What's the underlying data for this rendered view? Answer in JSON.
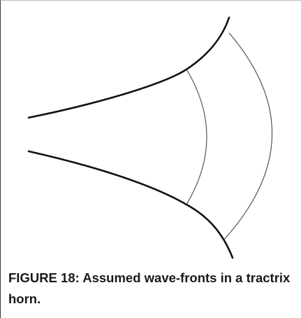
{
  "figure": {
    "caption": "FIGURE 18: Assumed wave-fronts in a tractrix horn.",
    "elements": {
      "horn_walls": [
        "upper-horn-wall",
        "lower-horn-wall"
      ],
      "wave_fronts": [
        "inner-wave-front",
        "outer-wave-front"
      ]
    },
    "colors": {
      "wall": "#111111",
      "wave_front": "#4a4a4a",
      "caption": "#1a1a1a",
      "frame": "#3a3a3a",
      "background": "#ffffff"
    }
  }
}
